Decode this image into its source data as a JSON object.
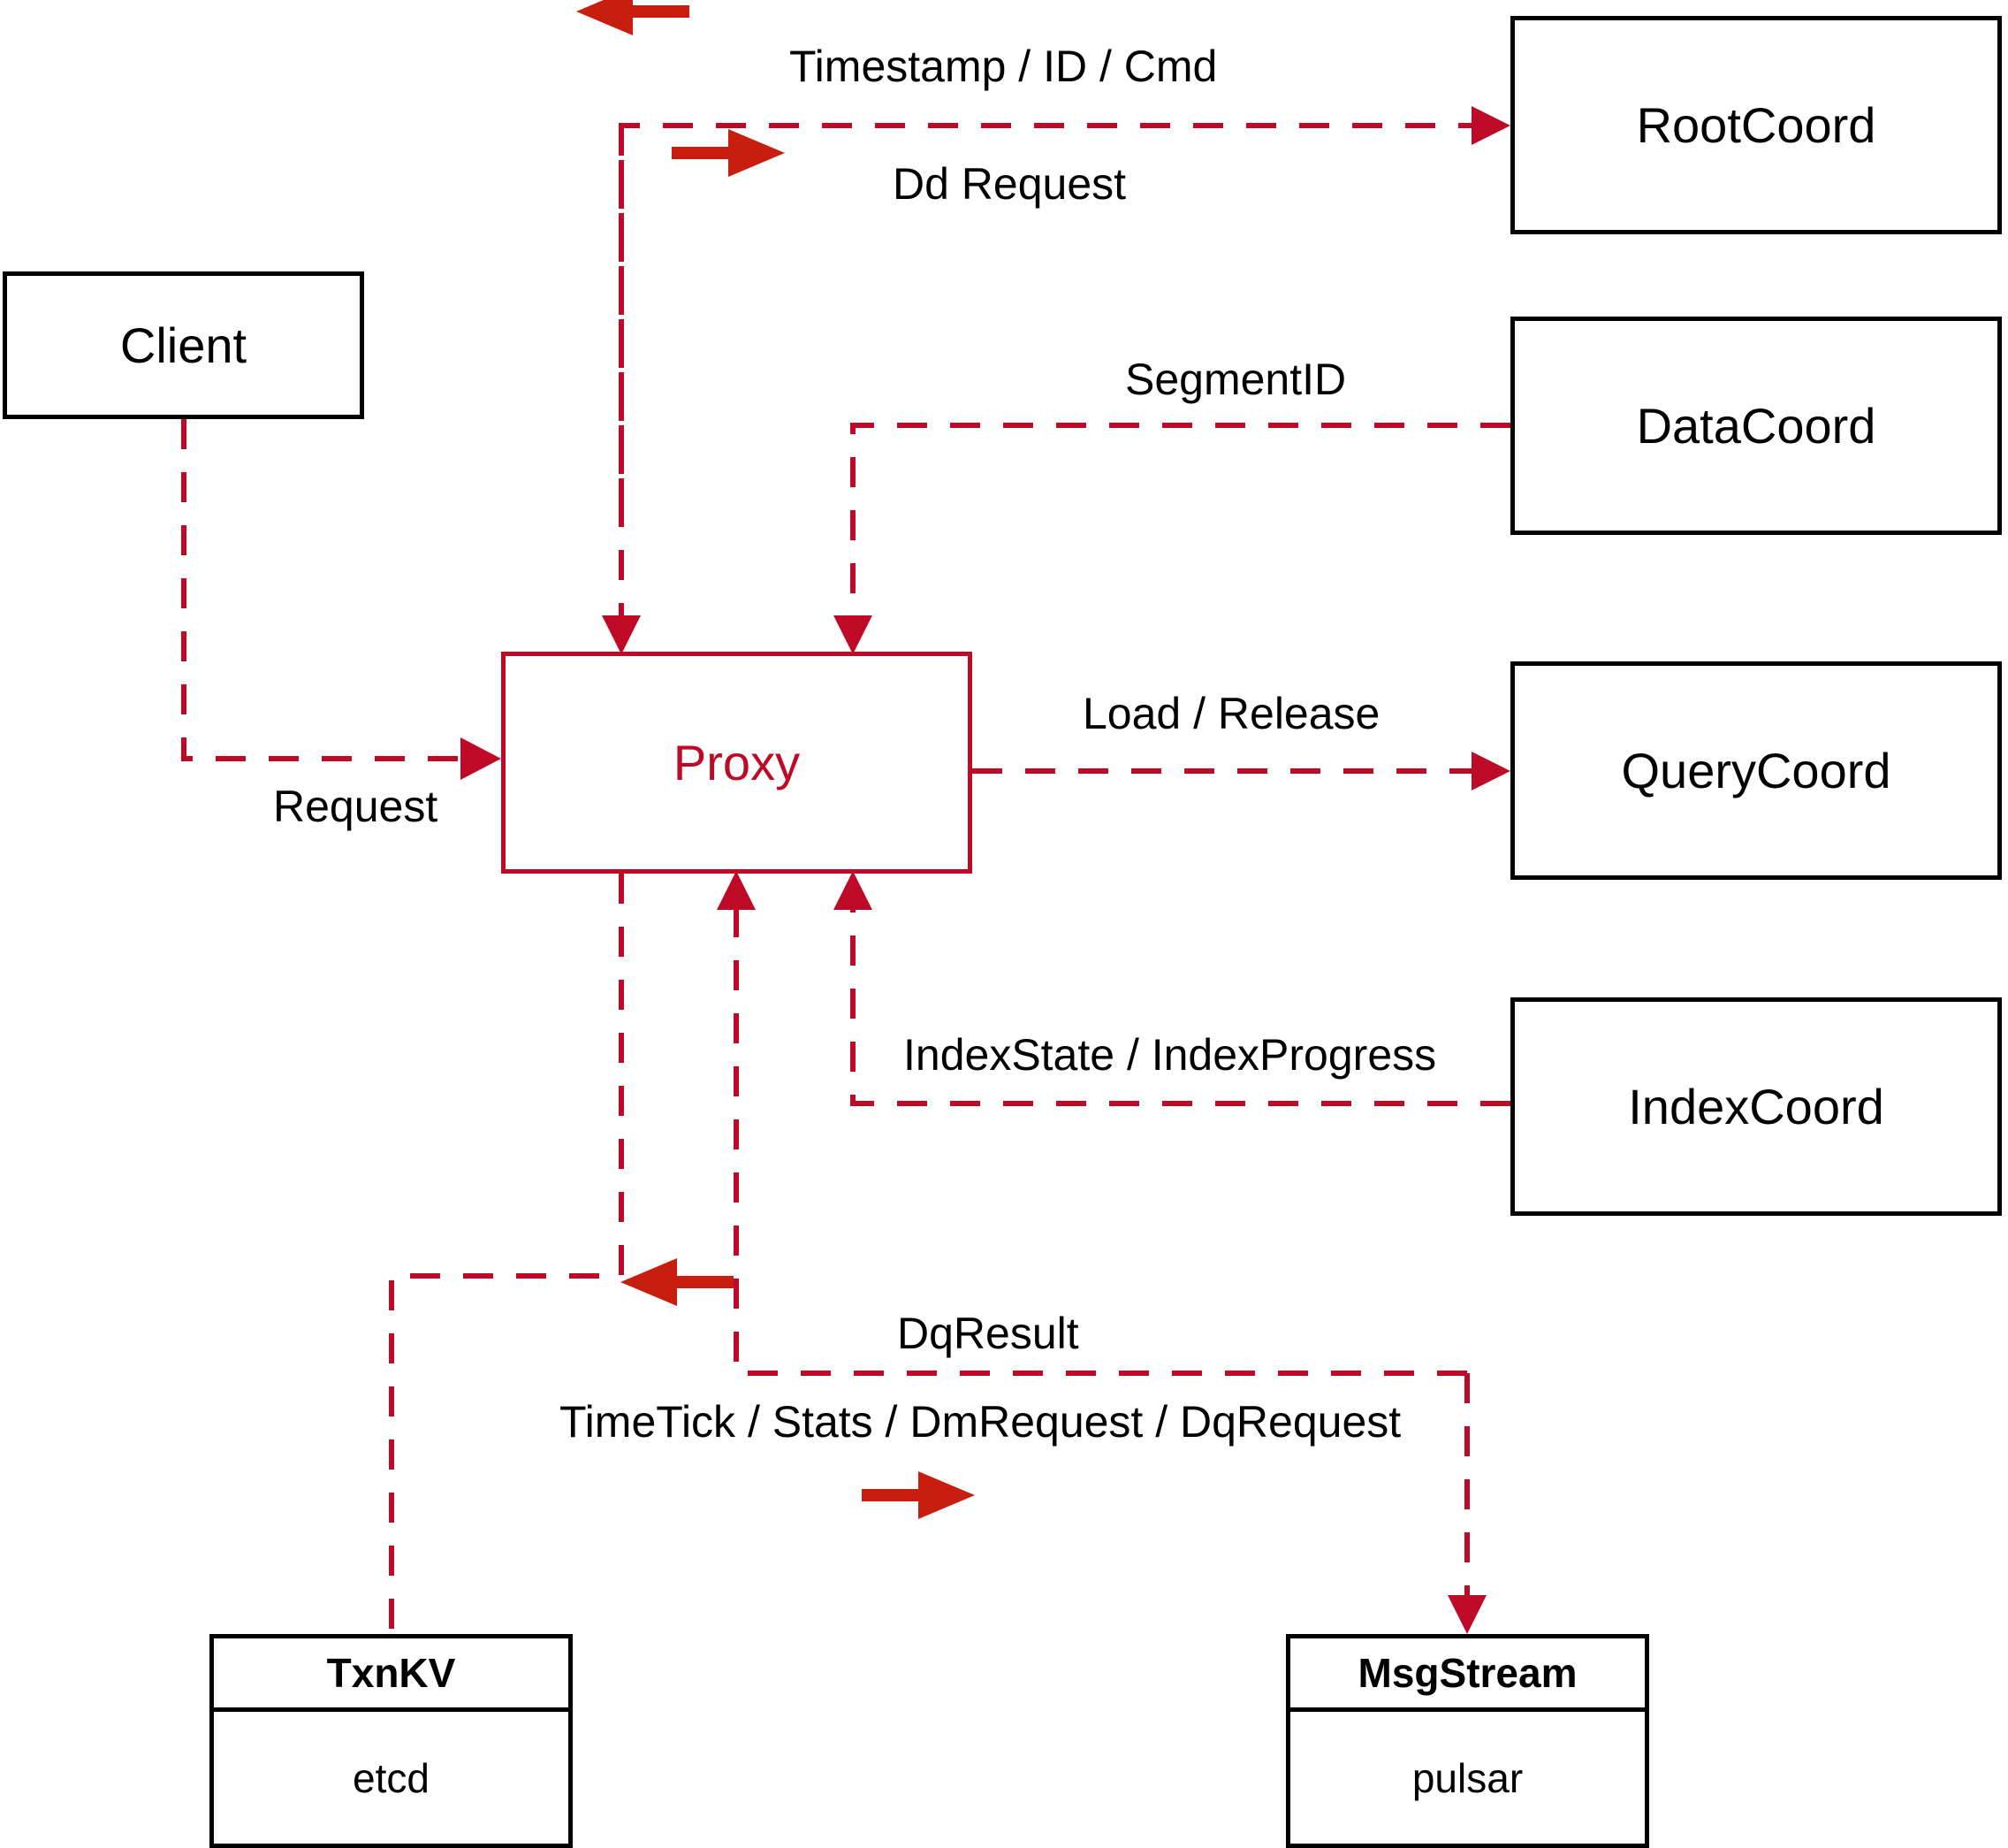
{
  "diagram": {
    "title": "Proxy component interaction diagram",
    "colors": {
      "node_border_black": "#000000",
      "node_border_red": "#BE0A26",
      "dashed_edge": "#BE0A26",
      "bold_arrow": "#C81E0F",
      "label_text": "#000000",
      "background": "#FFFFFF"
    },
    "nodes": [
      {
        "id": "client",
        "label": "Client",
        "style": "black-box"
      },
      {
        "id": "proxy",
        "label": "Proxy",
        "style": "red-box"
      },
      {
        "id": "rootcoord",
        "label": "RootCoord",
        "style": "black-box"
      },
      {
        "id": "datacoord",
        "label": "DataCoord",
        "style": "black-box"
      },
      {
        "id": "querycoord",
        "label": "QueryCoord",
        "style": "black-box"
      },
      {
        "id": "indexcoord",
        "label": "IndexCoord",
        "style": "black-box"
      },
      {
        "id": "txnkv",
        "label": "TxnKV",
        "sublabel": "etcd",
        "style": "black-stacked"
      },
      {
        "id": "msgstream",
        "label": "MsgStream",
        "sublabel": "pulsar",
        "style": "black-stacked"
      }
    ],
    "edges": [
      {
        "id": "client-proxy",
        "label": "Request",
        "from": "client",
        "to": "proxy",
        "direction": "right"
      },
      {
        "id": "rootcoord-proxy",
        "label": "Timestamp / ID / Cmd",
        "from": "rootcoord",
        "to": "proxy",
        "direction": "left"
      },
      {
        "id": "proxy-rootcoord",
        "label": "Dd Request",
        "from": "proxy",
        "to": "rootcoord",
        "direction": "right"
      },
      {
        "id": "datacoord-proxy",
        "label": "SegmentID",
        "from": "datacoord",
        "to": "proxy",
        "direction": "left"
      },
      {
        "id": "proxy-querycoord",
        "label": "Load / Release",
        "from": "proxy",
        "to": "querycoord",
        "direction": "right"
      },
      {
        "id": "indexcoord-proxy",
        "label": "IndexState / IndexProgress",
        "from": "indexcoord",
        "to": "proxy",
        "direction": "left"
      },
      {
        "id": "msgstream-proxy",
        "label": "DqResult",
        "from": "msgstream",
        "to": "proxy",
        "direction": "left"
      },
      {
        "id": "proxy-msgstream",
        "label": "TimeTick / Stats / DmRequest / DqRequest",
        "from": "proxy",
        "to": "msgstream",
        "direction": "right"
      },
      {
        "id": "proxy-txnkv",
        "label": "",
        "from": "proxy",
        "to": "txnkv",
        "direction": "down"
      }
    ]
  }
}
